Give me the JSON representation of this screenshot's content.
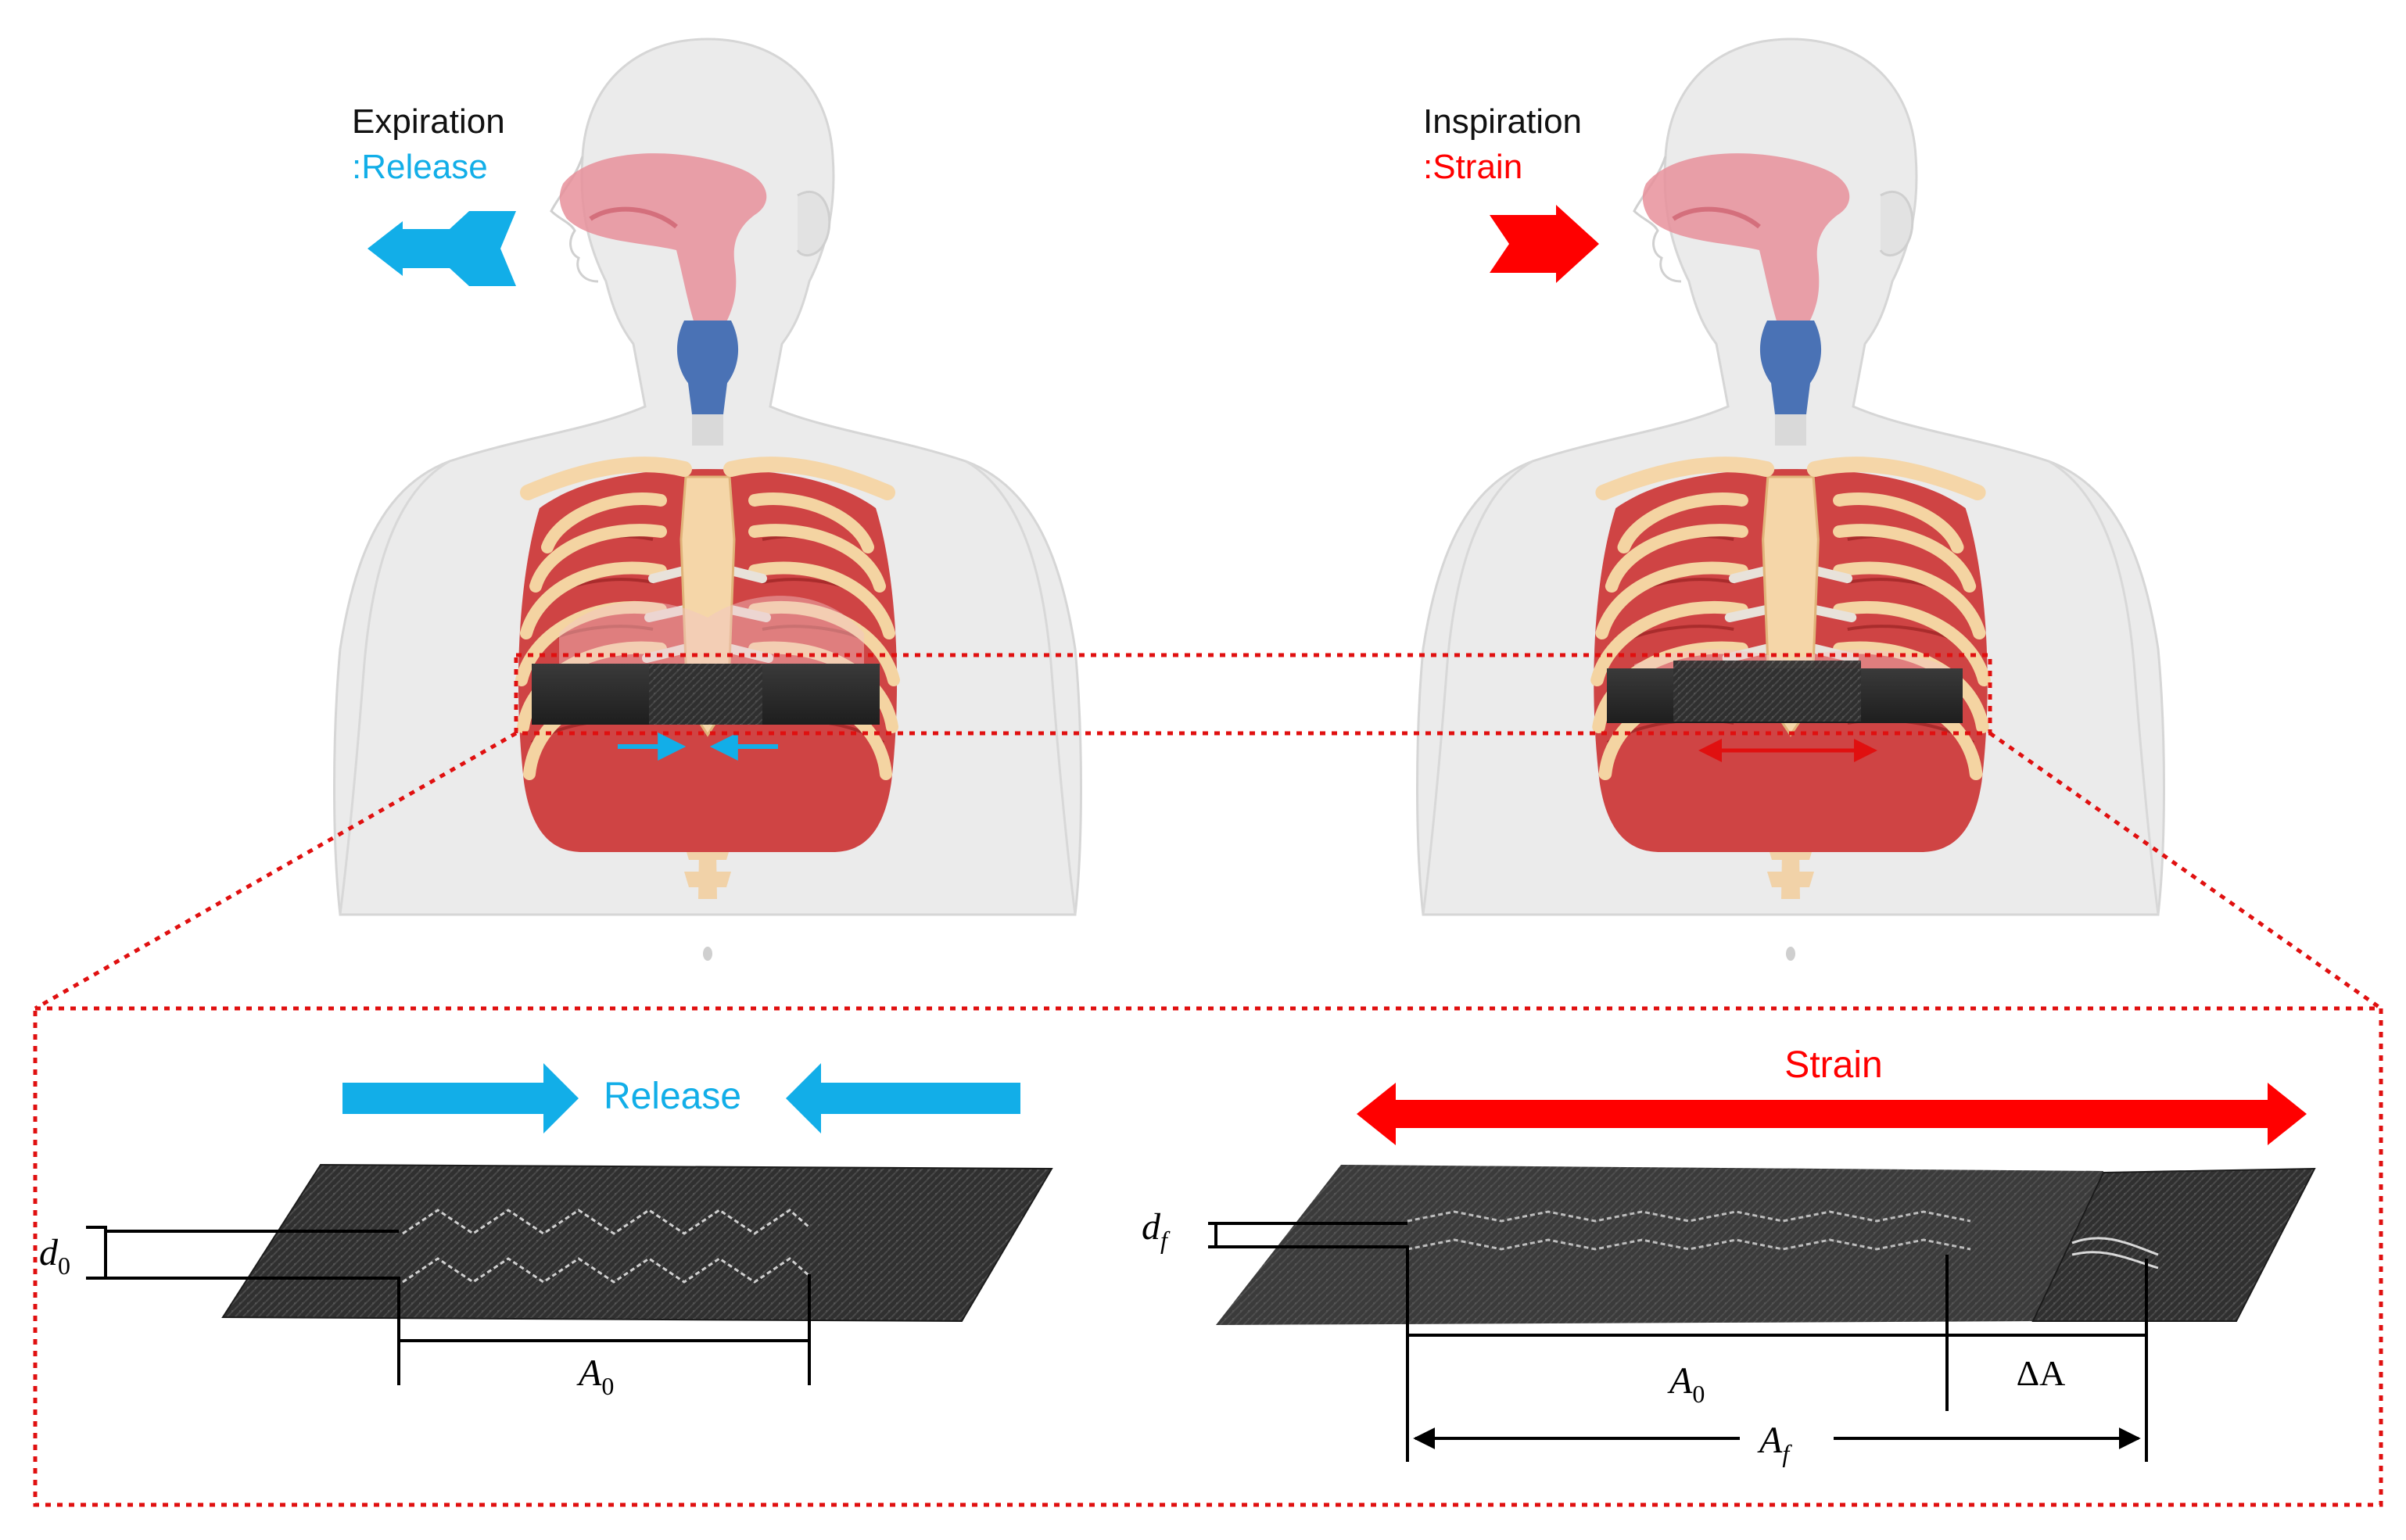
{
  "colors": {
    "release": "#12aee8",
    "strain": "#ff0000",
    "frame": "#e01010",
    "belt": "#2e2e2e",
    "skin": "#ececec",
    "rib": "#f3cf9c",
    "muscle": "#cc3b3b",
    "trachea": "#4a72b5",
    "airway": "#e8909b"
  },
  "icons": {
    "arrow_out": "arrow-left-icon",
    "arrow_in": "arrow-right-icon",
    "double_arrow": "double-arrow-icon"
  },
  "left_figure": {
    "phase": "Expiration",
    "state": ":Release"
  },
  "right_figure": {
    "phase": "Inspiration",
    "state": ":Strain"
  },
  "detail_left": {
    "label": "Release",
    "thickness_symbol": "d",
    "thickness_sub": "0",
    "length_symbol": "A",
    "length_sub": "0"
  },
  "detail_right": {
    "label": "Strain",
    "thickness_symbol": "d",
    "thickness_sub": "f",
    "length_symbol": "A",
    "length_sub": "0",
    "delta_label": "ΔA",
    "final_symbol": "A",
    "final_sub": "f"
  }
}
